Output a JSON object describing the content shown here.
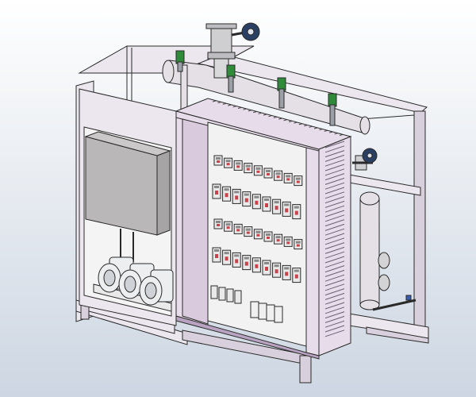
{
  "colors": {
    "bg_top": "#ffffff",
    "bg_bottom": "#cdd6e2",
    "frame": "#ece6ee",
    "frame_side": "#d8d0dc",
    "panel": "#e7dcea",
    "panel_dark": "#b8a4c0",
    "cabinet_inner": "#f2f2f3",
    "grey_box": "#b9b7b8",
    "pipe": "#e4e0e6",
    "valve_green": "#2f8a3a",
    "handwheel": "#2b3f63",
    "contactor": "#e9e9ea",
    "contactor_red": "#c8434c",
    "motor": "#eceef0",
    "outline": "#2a2a2a"
  },
  "components": {
    "frame": "skid-frame",
    "control_cabinet": "electrical-control-cabinet",
    "terminal_box": "terminal-junction-box",
    "pump_motors": [
      "circulation-pump-1",
      "circulation-pump-2",
      "circulation-pump-3"
    ],
    "header_pipe": "top-header-pipe",
    "main_valve": "main-stop-valve",
    "side_valve": "side-stop-valve",
    "relief_valves": [
      "relief-valve-1",
      "relief-valve-2",
      "relief-valve-3",
      "relief-valve-4"
    ],
    "expansion_tank": "vertical-tank",
    "contactor_rows": 4
  }
}
